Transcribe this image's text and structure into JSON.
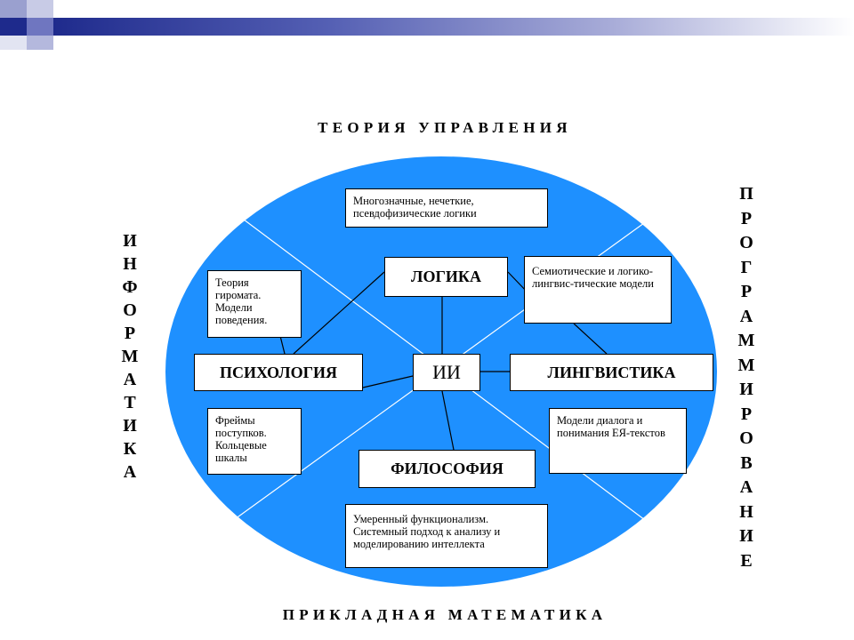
{
  "top_label": "ТЕОРИЯ УПРАВЛЕНИЯ",
  "bottom_label": "ПРИКЛАДНАЯ МАТЕМАТИКА",
  "left_label": [
    "И",
    "Н",
    "Ф",
    "О",
    "Р",
    "М",
    "А",
    "Т",
    "И",
    "К",
    "А"
  ],
  "right_label": [
    "П",
    "Р",
    "О",
    "Г",
    "Р",
    "А",
    "М",
    "М",
    "И",
    "Р",
    "О",
    "В",
    "А",
    "Н",
    "И",
    "Е"
  ],
  "center": "ИИ",
  "nodes": {
    "logic": "ЛОГИКА",
    "psychology": "ПСИХОЛОГИЯ",
    "linguistics": "ЛИНГВИСТИКА",
    "philosophy": "ФИЛОСОФИЯ"
  },
  "notes": {
    "logics": "Многозначные, нечеткие, псевдофизические логики",
    "semiotic": "Семиотические и логико-лингвис-тические модели",
    "gyromat": "Теория гиромата. Модели поведения.",
    "frames": "Фреймы поступков. Кольцевые шкалы",
    "dialog": "Модели диалога и понимания ЕЯ-текстов",
    "functionalism": "Умеренный функционализм. Системный подход к анализу и моделированию интеллекта"
  },
  "colors": {
    "ellipse": "#1e90ff",
    "deco_dark": "#1e2a8c",
    "deco_light": "#a8acd8",
    "lines": "#ffffff",
    "connectors": "#000000"
  }
}
